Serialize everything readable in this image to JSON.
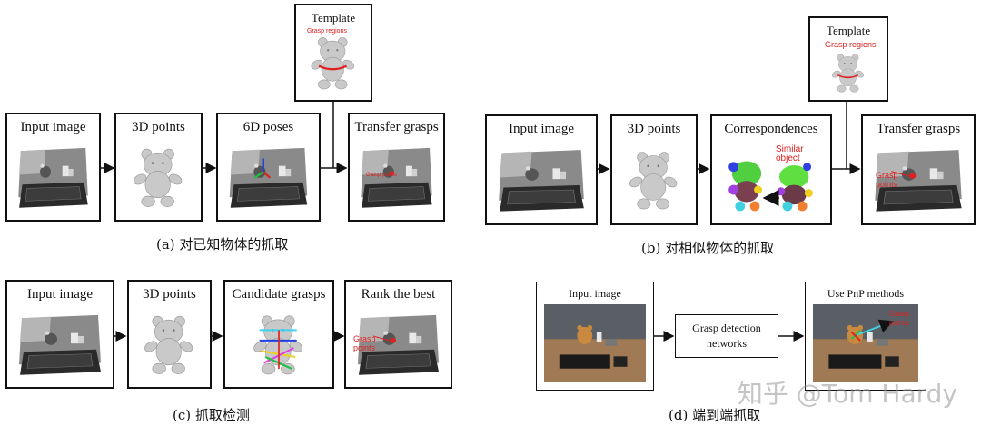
{
  "panel_a": {
    "template_title": "Template",
    "template_label": "Grasp regions",
    "boxes": [
      "Input image",
      "3D points",
      "6D poses",
      "Transfer grasps"
    ],
    "transfer_label": "Grasp points",
    "caption": "(a) 对已知物体的抓取"
  },
  "panel_b": {
    "template_title": "Template",
    "template_label": "Grasp regions",
    "boxes": [
      "Input image",
      "3D points",
      "Correspondences",
      "Transfer grasps"
    ],
    "similar_label": "Similar object",
    "transfer_label": "Grasp points",
    "caption": "(b) 对相似物体的抓取"
  },
  "panel_c": {
    "boxes": [
      "Input image",
      "3D points",
      "Candidate grasps",
      "Rank the best"
    ],
    "rank_label": "Grasp points",
    "caption": "(c) 抓取检测"
  },
  "panel_d": {
    "boxes": [
      "Input image",
      "Use PnP methods"
    ],
    "network_label": "Grasp detection networks",
    "pnp_label": "Grasp points",
    "caption": "(d) 端到端抓取"
  },
  "watermark": "知乎 @Tom Hardy",
  "colors": {
    "border": "#111111",
    "red": "#e02020"
  }
}
